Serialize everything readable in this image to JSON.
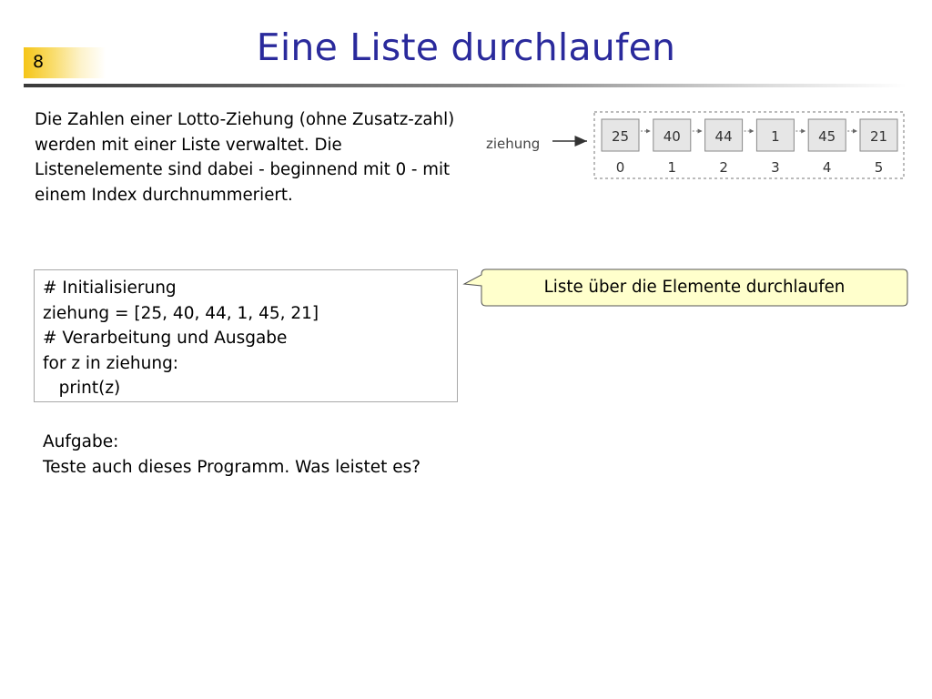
{
  "slide": {
    "number": "8",
    "title": "Eine Liste durchlaufen"
  },
  "intro": {
    "text": "Die Zahlen einer Lotto-Ziehung (ohne Zusatz-zahl) werden mit einer Liste verwaltet. Die Listenelemente sind dabei - beginnend mit 0 - mit einem Index durchnummeriert."
  },
  "diagram": {
    "variable_label": "ziehung",
    "values": [
      "25",
      "40",
      "44",
      "1",
      "45",
      "21"
    ],
    "indices": [
      "0",
      "1",
      "2",
      "3",
      "4",
      "5"
    ]
  },
  "code": {
    "lines": [
      "# Initialisierung",
      "ziehung = [25, 40, 44, 1, 45, 21]",
      "# Verarbeitung und Ausgabe",
      "for z in ziehung:",
      "   print(z)"
    ]
  },
  "callout": {
    "text": "Liste über die Elemente durchlaufen"
  },
  "task": {
    "heading": "Aufgabe:",
    "text": "Teste auch dieses Programm. Was leistet es?"
  },
  "colors": {
    "title": "#2a2a9c",
    "slide_number_box": "#f5c518",
    "callout_fill": "#ffffcc",
    "list_cell_fill": "#e6e6e6"
  }
}
